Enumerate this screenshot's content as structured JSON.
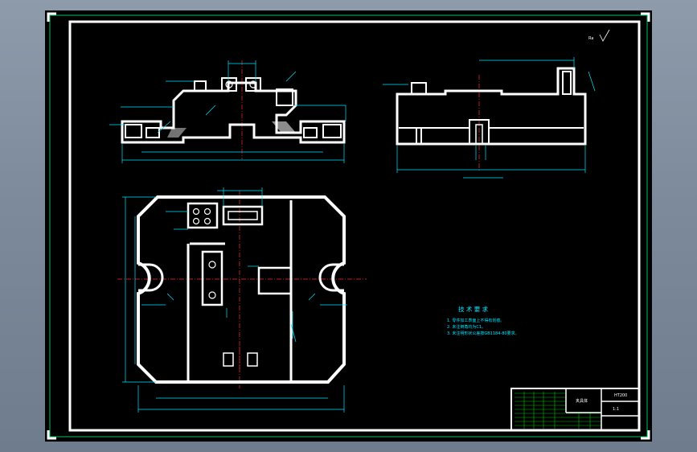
{
  "colors": {
    "background": "#000000",
    "outline": "#ffffff",
    "dimension": "#00e5ff",
    "centerline": "#ff2a2a",
    "title_block_grid": "#00c000",
    "chrome": "#8d9bab"
  },
  "drawing": {
    "surface_symbol": "Ra",
    "technical_requirements": {
      "heading": "技 术 要 求",
      "items": [
        "1. 零件加工表面上不得有划痕。",
        "2. 未注倒角均为C1。",
        "3. 未注明形状公差按GB1184-80要求。"
      ]
    },
    "title_block": {
      "drawing_name": "夹具体",
      "material": "HT200",
      "scale": "1:1"
    }
  }
}
